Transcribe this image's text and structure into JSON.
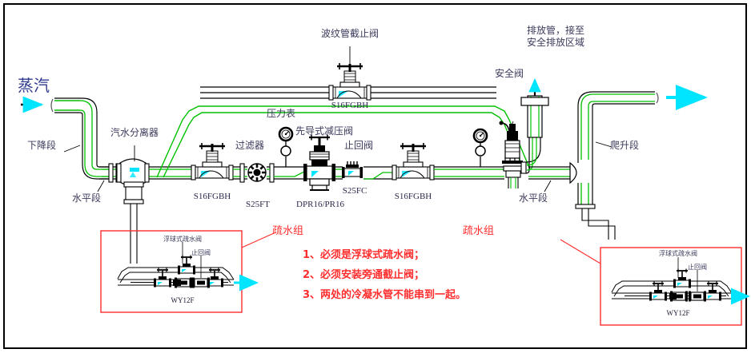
{
  "diagram": {
    "title_label": "蒸汽",
    "colors": {
      "pipe_outline": "#000000",
      "steam_line": "#00c000",
      "accent_cyan": "#00e5ff",
      "note_red": "#ff2d2d",
      "label_text": "#3b3b5c",
      "border": "#000000",
      "background": "#ffffff"
    }
  },
  "flow": {
    "inlet_arrow": "steam-inlet-arrow",
    "outlet_arrow": "steam-outlet-arrow",
    "drain_arrow_left": "condensate-outlet-arrow-left",
    "drain_arrow_right": "condensate-outlet-arrow-right"
  },
  "pipe_sections": {
    "descending": "下降段",
    "horizontal_left": "水平段",
    "horizontal_right": "水平段",
    "rising": "爬升段"
  },
  "components": [
    {
      "id": "separator",
      "name": "汽水分离器",
      "tag": ""
    },
    {
      "id": "stop-valve-1",
      "name": "",
      "tag": "S16FGBH"
    },
    {
      "id": "strainer",
      "name": "过滤器",
      "tag": "S25FT"
    },
    {
      "id": "pressure-gauge-1",
      "name": "压力表",
      "tag": ""
    },
    {
      "id": "reducing-valve",
      "name": "先导式减压阀",
      "tag": "DPR16/PR16"
    },
    {
      "id": "check-valve-1",
      "name": "止回阀",
      "tag": "S25FC"
    },
    {
      "id": "stop-valve-2",
      "name": "",
      "tag": "S16FGBH"
    },
    {
      "id": "bellows-stop-valve",
      "name": "波纹管截止阀",
      "tag": "S16FGBH"
    },
    {
      "id": "safety-valve",
      "name": "安全阀",
      "tag": ""
    },
    {
      "id": "vent-pipe",
      "name": "排放管，接至\n安全排放区域",
      "tag": ""
    }
  ],
  "labels": {
    "bellows_stop_valve": "波纹管截止阀",
    "bellows_stop_valve_tag": "S16FGBH",
    "vent_line1": "排放管，接至",
    "vent_line2": "安全排放区域",
    "safety_valve": "安全阀",
    "separator": "汽水分离器",
    "pressure_gauge": "压力表",
    "reducing_valve": "先导式减压阀",
    "reducing_valve_tag": "DPR16/PR16",
    "check_valve": "止回阀",
    "check_valve_tag": "S25FC",
    "strainer": "过滤器",
    "strainer_tag": "S25FT",
    "stop_valve_1_tag": "S16FGBH",
    "stop_valve_2_tag": "S16FGBH"
  },
  "trap_groups": {
    "callout_left": "疏水组",
    "callout_right": "疏水组",
    "left": {
      "float_trap": "浮球式疏水阀",
      "check_valve": "止回阀",
      "tag": "WY12F"
    },
    "right": {
      "float_trap": "浮球式疏水阀",
      "check_valve": "止回阀",
      "tag": "WY12F"
    }
  },
  "notes": [
    "1、必须是浮球式疏水阀；",
    "2、必须安装旁通截止阀；",
    "3、两处的冷凝水管不能串到一起。"
  ]
}
